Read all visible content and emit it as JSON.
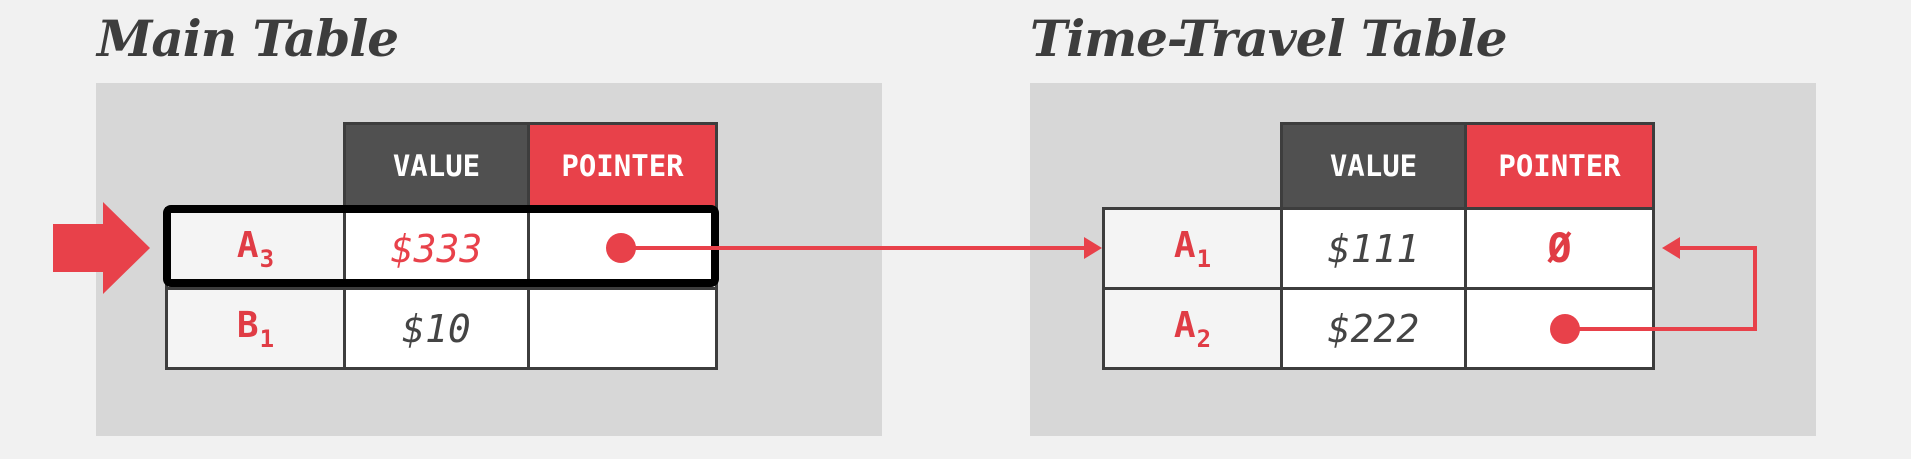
{
  "main_table": {
    "title": "Main Table",
    "headers": {
      "value": "VALUE",
      "pointer": "POINTER"
    },
    "rows": [
      {
        "key": "A",
        "sub": "3",
        "value": "$333",
        "pointer": ""
      },
      {
        "key": "B",
        "sub": "1",
        "value": "$10",
        "pointer": ""
      }
    ]
  },
  "time_travel_table": {
    "title": "Time-Travel Table",
    "headers": {
      "value": "VALUE",
      "pointer": "POINTER"
    },
    "rows": [
      {
        "key": "A",
        "sub": "1",
        "value": "$111",
        "pointer": "Ø"
      },
      {
        "key": "A",
        "sub": "2",
        "value": "$222",
        "pointer": ""
      }
    ]
  },
  "colors": {
    "accent": "#e8414a",
    "header_dark": "#505050",
    "panel": "#d7d7d7",
    "background": "#f1f1f1",
    "highlight_border": "#000000"
  }
}
